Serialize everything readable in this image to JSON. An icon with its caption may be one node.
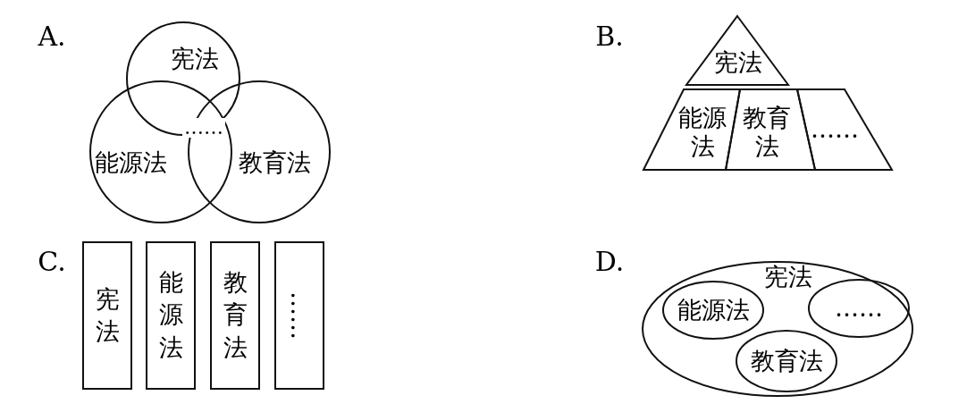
{
  "diagram": {
    "nodes": [
      {
        "text": [
          "宪法"
        ]
      },
      {
        "text": [
          "能源法"
        ]
      },
      {
        "text": [
          "教育法"
        ]
      },
      {
        "text": [
          "宪法"
        ]
      },
      {
        "text": [
          "能源法"
        ]
      },
      {
        "text": [
          "教育法"
        ]
      },
      {
        "text": [
          "……"
        ]
      },
      {
        "text": [
          "宪法"
        ]
      },
      {
        "text": [
          "能源法"
        ]
      },
      {
        "text": [
          "教育法"
        ]
      },
      {
        "text": [
          "……"
        ]
      },
      {
        "text": [
          "宪法"
        ]
      },
      {
        "text": [
          "能源法"
        ],
        "in": 11
      },
      {
        "text": [
          "……"
        ],
        "in": 11
      },
      {
        "text": [
          "教育法"
        ],
        "in": 11
      }
    ],
    "labels": [
      "A.",
      "B.",
      "……",
      "C.",
      "D."
    ]
  }
}
